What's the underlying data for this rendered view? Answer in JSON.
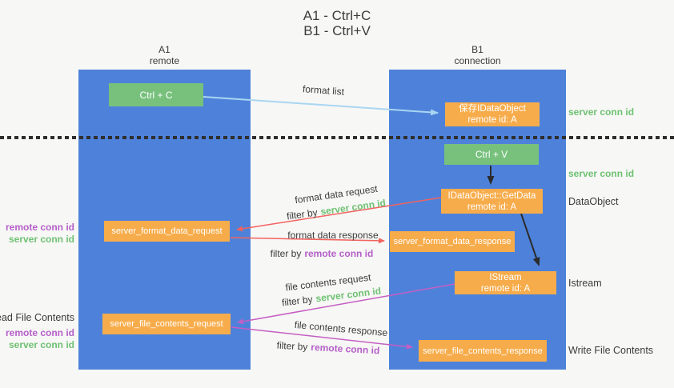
{
  "title": {
    "line1": "A1 - Ctrl+C",
    "line2": "B1 - Ctrl+V"
  },
  "lifelines": {
    "a1": {
      "name": "A1",
      "role": "remote"
    },
    "b1": {
      "name": "B1",
      "role": "connection"
    }
  },
  "nodes": {
    "ctrl_c": {
      "label": "Ctrl + C"
    },
    "save_idataobject": {
      "line1": "保存IDataObject",
      "line2": "remote id: A"
    },
    "ctrl_v": {
      "label": "Ctrl + V"
    },
    "idataobject_getdata": {
      "line1": "IDataObject::GetData",
      "line2": "remote id: A"
    },
    "server_format_data_request": {
      "label": "server_format_data_request"
    },
    "server_format_data_response": {
      "label": "server_format_data_response"
    },
    "istream": {
      "line1": "IStream",
      "line2": "remote id: A"
    },
    "server_file_contents_request": {
      "label": "server_file_contents_request"
    },
    "server_file_contents_response": {
      "label": "server_file_contents_response"
    }
  },
  "flow_labels": {
    "format_list": "format list",
    "format_data_request": "format data request",
    "format_data_response": "format data response",
    "file_contents_request": "file contents request",
    "file_contents_response": "file contents response",
    "filter_by": "filter by",
    "server_conn_id": "server conn id",
    "remote_conn_id": "remote conn id"
  },
  "side_labels": {
    "left_format": {
      "remote": "remote conn id",
      "server": "server conn id"
    },
    "left_file": {
      "title": "Read File Contents",
      "remote": "remote conn id",
      "server": "server conn id"
    },
    "right_server_conn_1": "server conn id",
    "right_server_conn_2": "server conn id",
    "right_dataobject": "DataObject",
    "right_istream": "Istream",
    "right_write_file": "Write File Contents"
  },
  "colors": {
    "lifeline_blue": "#4E82DA",
    "node_green": "#77C17D",
    "node_orange": "#F7AC4B",
    "arrow_blue": "#A9D6F2",
    "arrow_red": "#F2635E",
    "arrow_magenta": "#C55FC3",
    "arrow_black": "#2B2B2B",
    "text_green": "#6EC173",
    "text_purple": "#B55FC9",
    "text_dark": "#3B3B3B"
  }
}
